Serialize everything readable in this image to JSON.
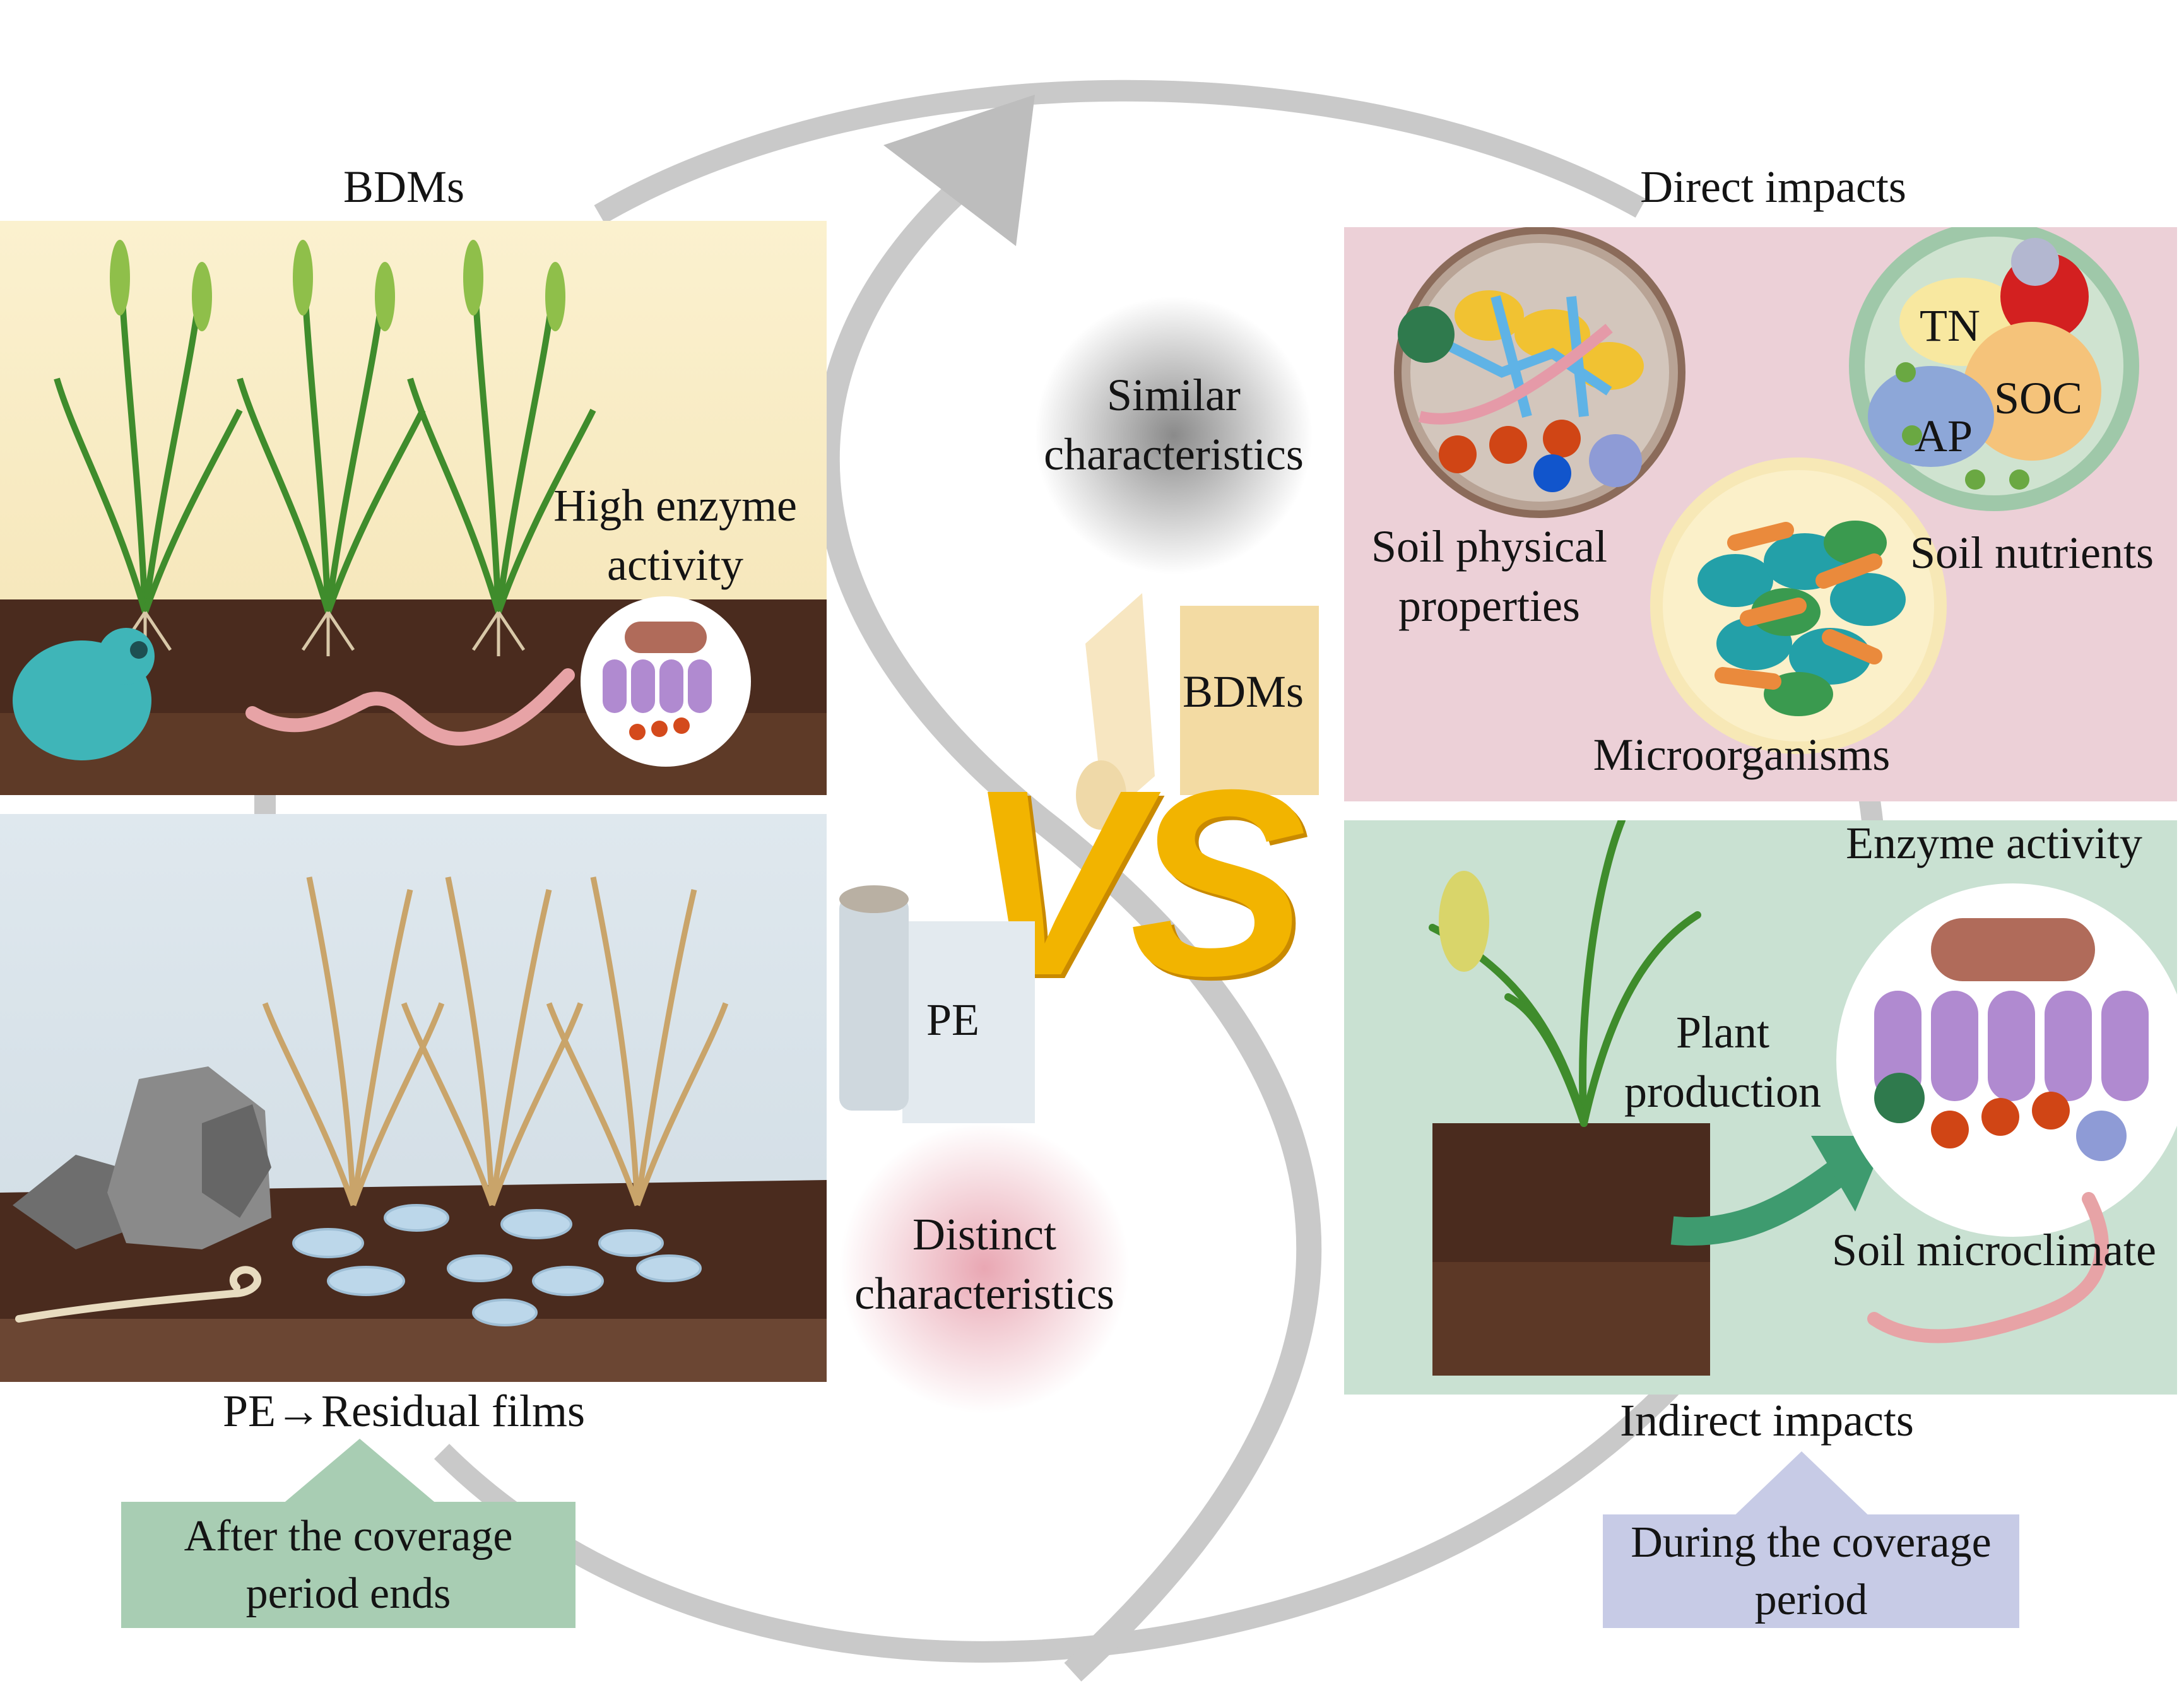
{
  "left_top": {
    "title": "BDMs",
    "enzyme_label": "High enzyme activity"
  },
  "left_bottom": {
    "title": "PE→Residual films"
  },
  "left_callout": "After the coverage period ends",
  "center": {
    "similar": "Similar characteristics",
    "distinct": "Distinct characteristics",
    "vs": "VS",
    "bdm_roll": "BDMs",
    "pe_roll": "PE"
  },
  "right_top": {
    "title": "Direct impacts",
    "soil_physical": "Soil physical properties",
    "soil_nutrients": "Soil nutrients",
    "microorganisms": "Microorganisms",
    "nutrients": {
      "tn": "TN",
      "soc": "SOC",
      "ap": "AP"
    }
  },
  "right_bottom": {
    "title": "Indirect impacts",
    "enzyme": "Enzyme activity",
    "plant": "Plant production",
    "microclimate": "Soil microclimate"
  },
  "right_callout": "During the coverage period",
  "colors": {
    "bdm_panel": "#f7ecc7",
    "pe_panel": "#dbe6ec",
    "direct_panel": "#ecd0d7",
    "indirect_panel": "#c9e1d2",
    "arrow": "#c6c6c6",
    "vs": "#f2b400",
    "left_callout": "#a8cdb3",
    "right_callout": "#c7cbe6"
  }
}
